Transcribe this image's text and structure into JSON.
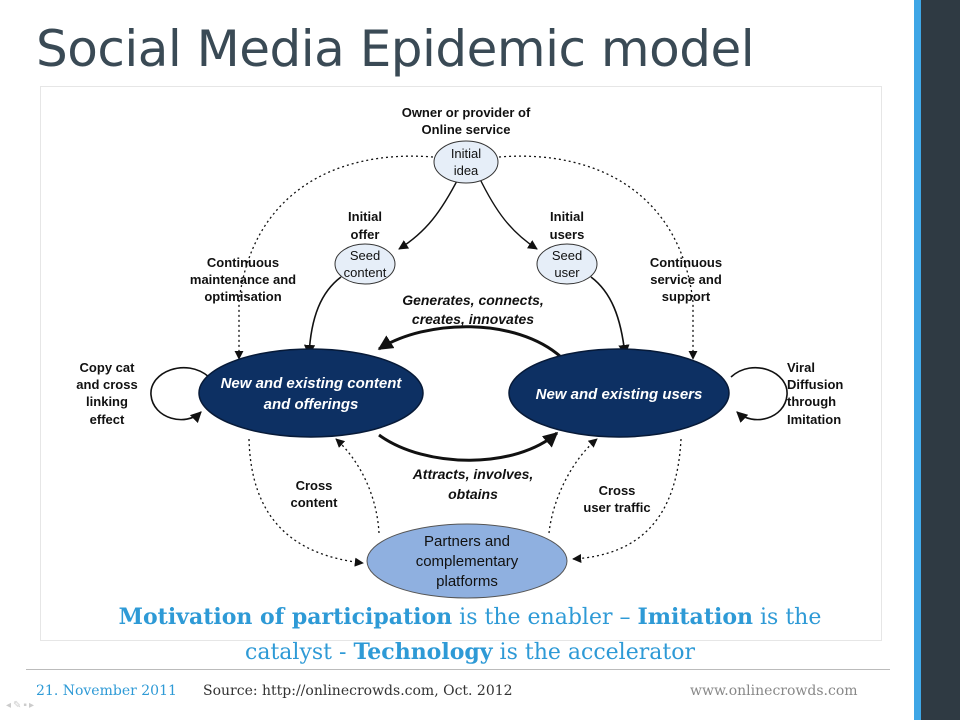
{
  "slide": {
    "title": "Social Media Epidemic model"
  },
  "diagram": {
    "nodes": {
      "initial_idea": [
        "Initial",
        "idea"
      ],
      "seed_content": [
        "Seed",
        "content"
      ],
      "seed_user": [
        "Seed",
        "user"
      ],
      "content_offerings": [
        "New and existing content",
        "and offerings"
      ],
      "users": [
        "New and existing users"
      ],
      "partners": [
        "Partners and",
        "complementary",
        "platforms"
      ]
    },
    "labels": {
      "owner": [
        "Owner or provider of",
        "Online service"
      ],
      "initial_offer": [
        "Initial",
        "offer"
      ],
      "initial_users": [
        "Initial",
        "users"
      ],
      "maintenance": [
        "Continuous",
        "maintenance and",
        "optimisation"
      ],
      "service_support": [
        "Continuous",
        "service and",
        "support"
      ],
      "generates": [
        "Generates, connects,",
        "creates, innovates"
      ],
      "attracts": [
        "Attracts, involves,",
        "obtains"
      ],
      "copy_cat": [
        "Copy cat",
        "and cross",
        "linking",
        "effect"
      ],
      "viral": [
        "Viral",
        "Diffusion",
        "through",
        "Imitation"
      ],
      "cross_content": [
        "Cross",
        "content"
      ],
      "cross_user_traffic": [
        "Cross",
        "user traffic"
      ]
    },
    "colors": {
      "dark_node": "#0d3063",
      "light_node": "#e6eef8",
      "partner_node": "#8fb0e0",
      "stroke": "#111111"
    }
  },
  "caption": {
    "line1_part1": "Motivation of participation",
    "line1_part2": " is the enabler – ",
    "line1_part3": "Imitation",
    "line1_part4": " is the",
    "line2_part1": "catalyst - ",
    "line2_part2": "Technology",
    "line2_part3": " is the accelerator"
  },
  "footer": {
    "date": "21. November 2011",
    "source": "Source: http://onlinecrowds.com, Oct. 2012",
    "site": "www.onlinecrowds.com"
  }
}
